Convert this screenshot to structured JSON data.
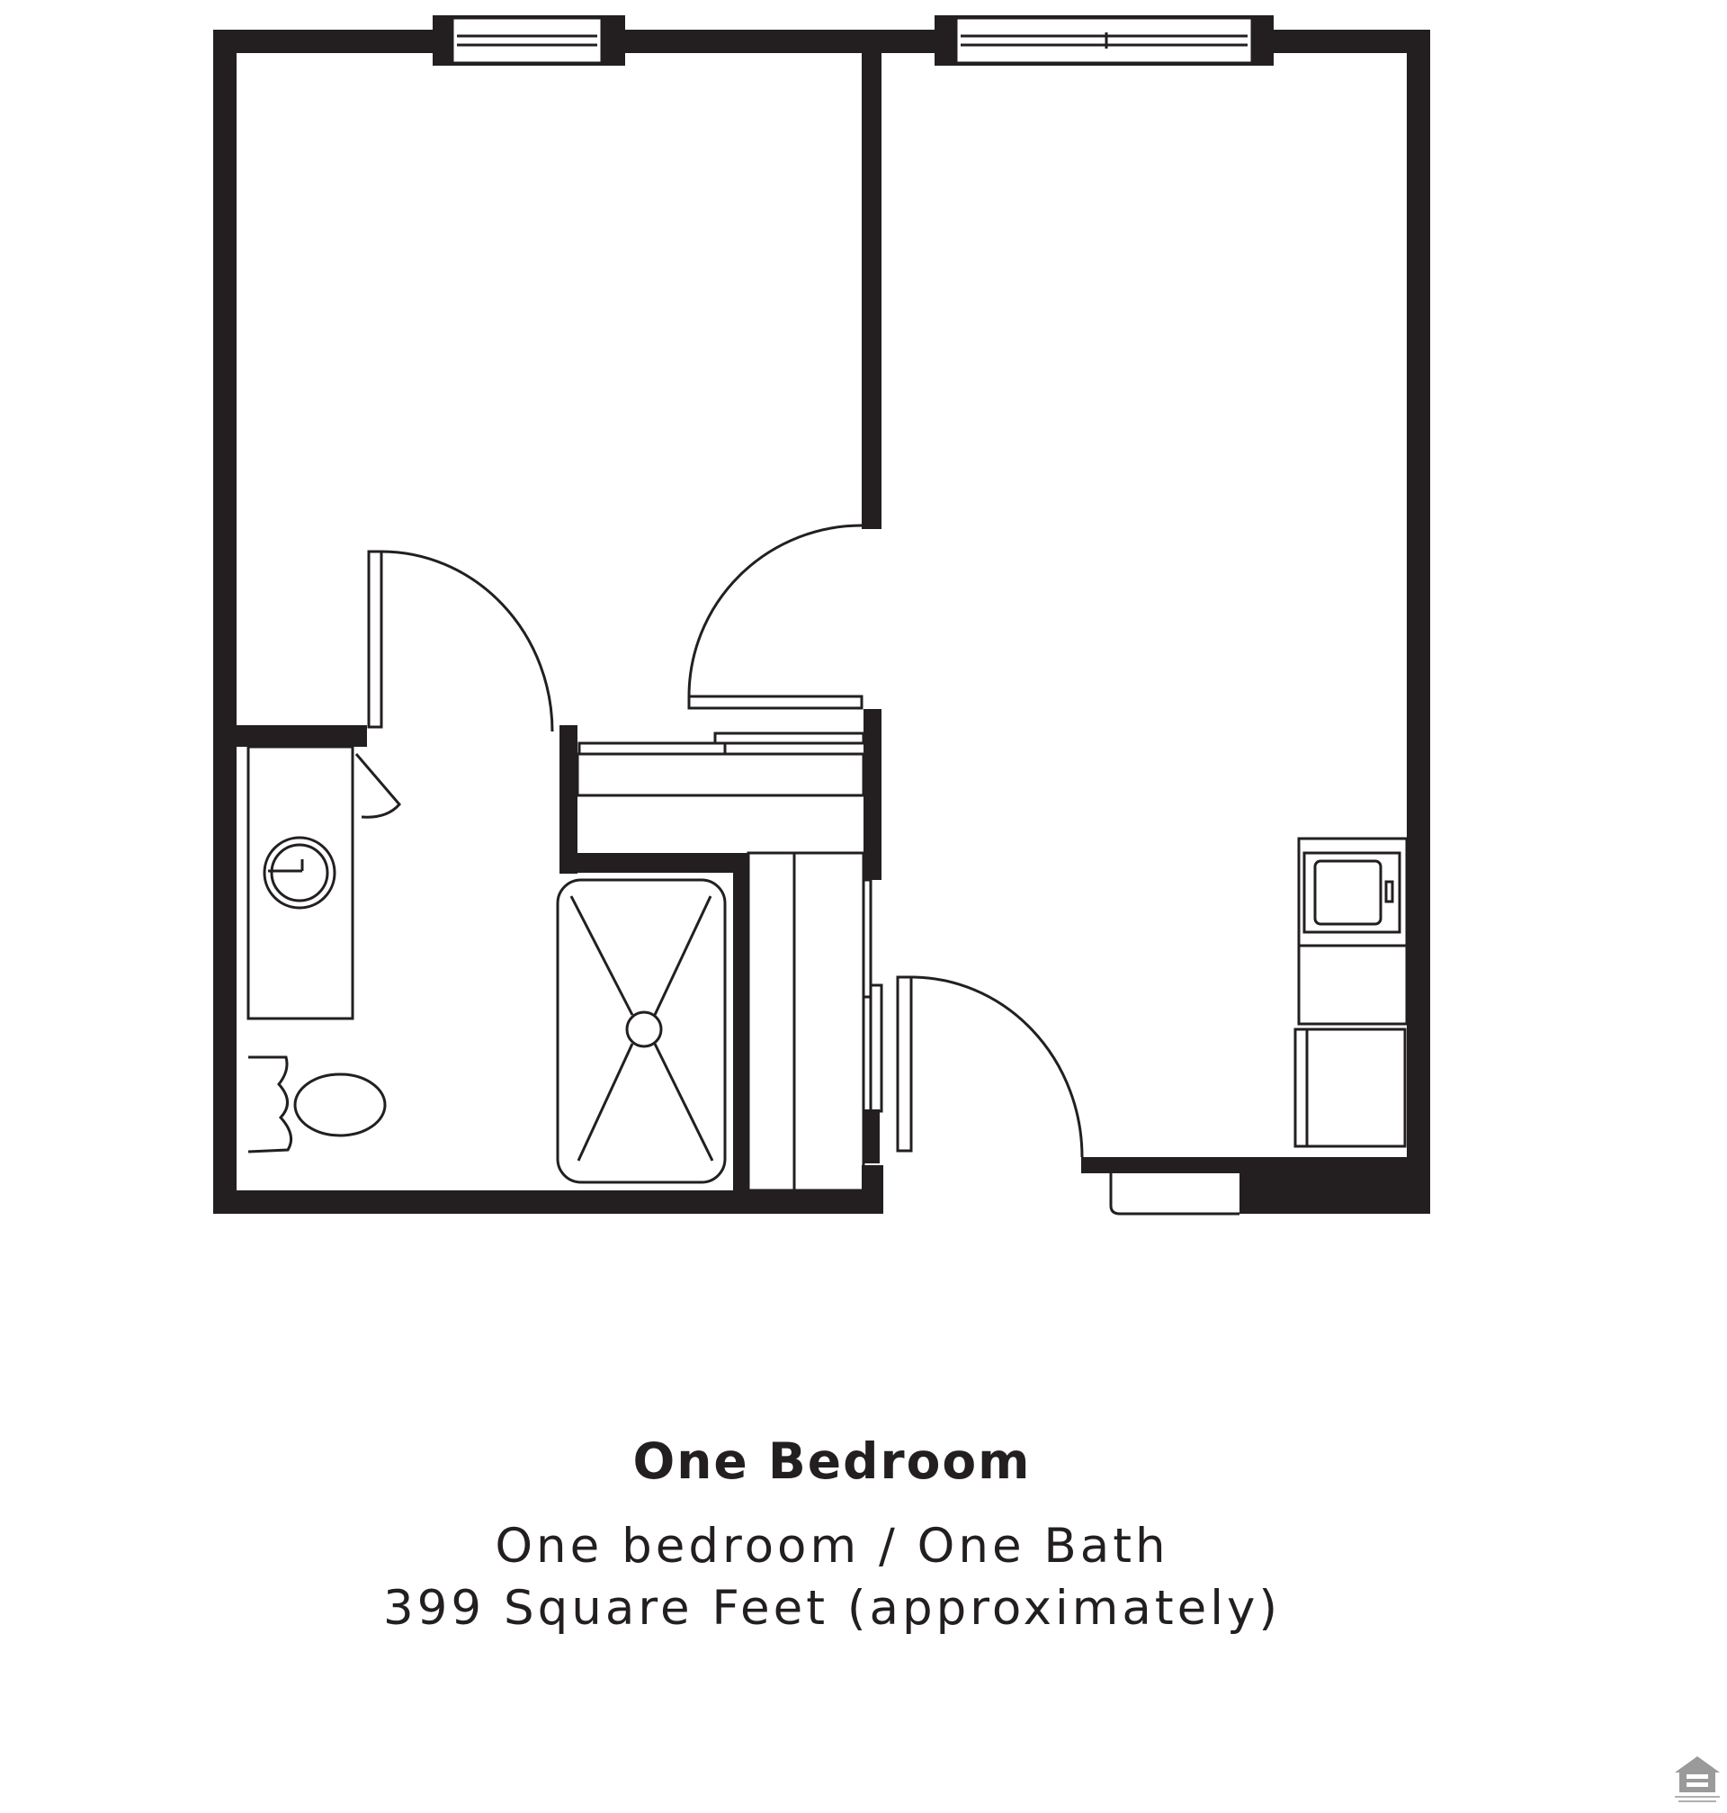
{
  "plan": {
    "title": "One Bedroom",
    "layout": "One bedroom / One Bath",
    "area": "399 Square Feet (approximately)"
  },
  "colors": {
    "wall": "#231f20",
    "background": "#ffffff"
  },
  "icons": [
    "equal-housing-opportunity-icon"
  ]
}
